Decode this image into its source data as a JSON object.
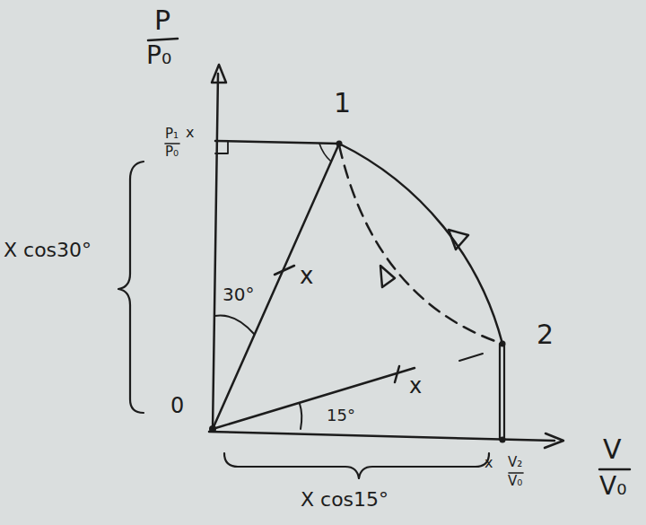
{
  "diagram": {
    "labels": [
      "P",
      "P₀",
      "V",
      "V₀",
      "P₁",
      "P₀",
      "x",
      "x",
      "V₂",
      "V₀",
      "1",
      "2",
      "0",
      "x",
      "x",
      "30°",
      "15°",
      "X cos30°",
      "X cos15°"
    ]
  }
}
